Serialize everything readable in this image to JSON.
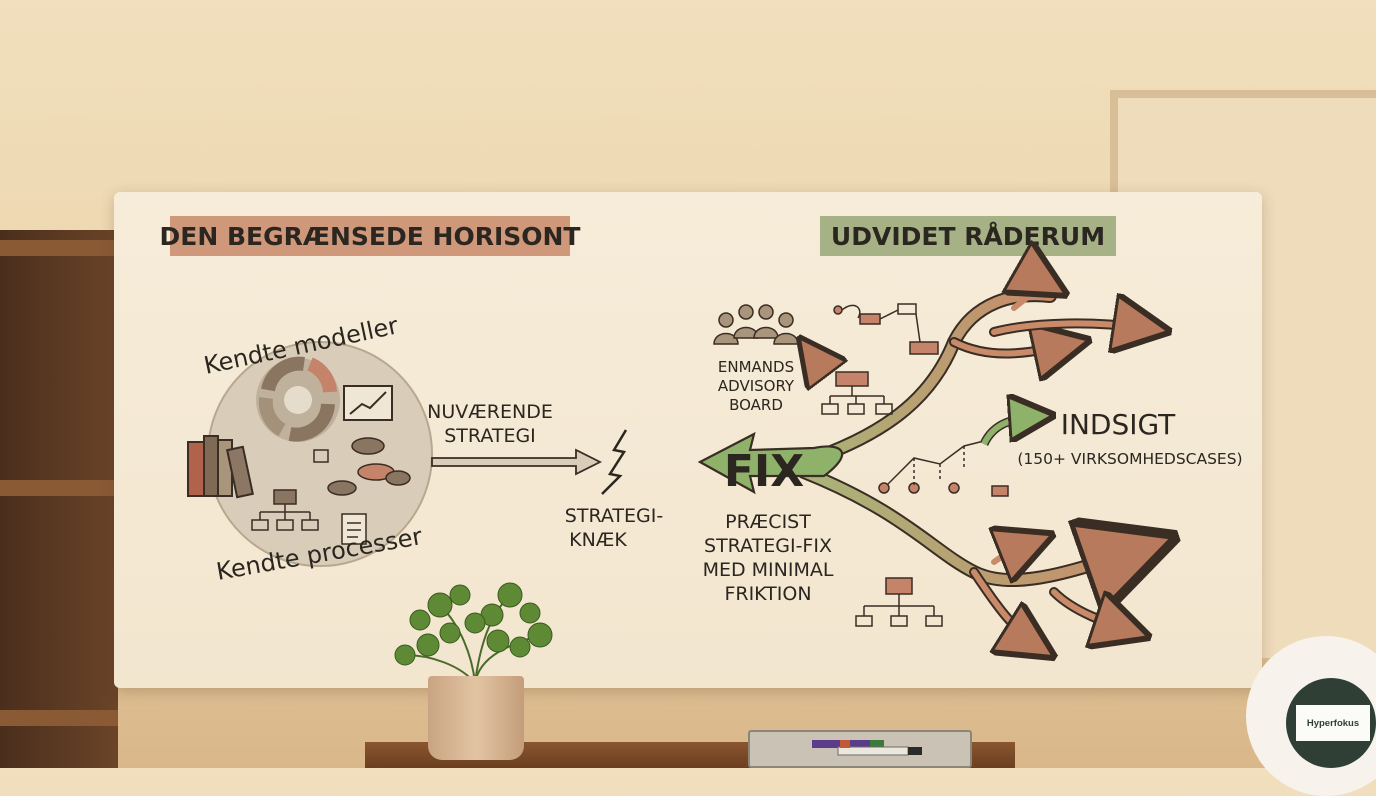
{
  "left_section": {
    "title": "DEN BEGRÆNSEDE HORISONT",
    "known_models": "Kendte modeller",
    "known_processes": "Kendte processer"
  },
  "current_strategy": [
    "NUVÆRENDE",
    "STRATEGI"
  ],
  "strategy_break": [
    "STRATEGI-",
    "KNÆK"
  ],
  "fix": {
    "label": "FIX",
    "description": [
      "PRÆCIST",
      "STRATEGI-FIX",
      "MED MINIMAL",
      "FRIKTION"
    ]
  },
  "right_section": {
    "title": "UDVIDET RÅDERUM",
    "advisory_board": [
      "ENMANDS",
      "ADVISORY",
      "BOARD"
    ],
    "insight": "INDSIGT",
    "insight_detail": "(150+ VIRKSOMHEDSCASES)"
  },
  "logo": "Hyperfokus",
  "colors": {
    "left_title_bg": "#c98a6a",
    "right_title_bg": "#98a877",
    "fix_arrow": "#8fb26a",
    "branch_arrow": "#b77a5c",
    "ink": "#2b2620"
  }
}
